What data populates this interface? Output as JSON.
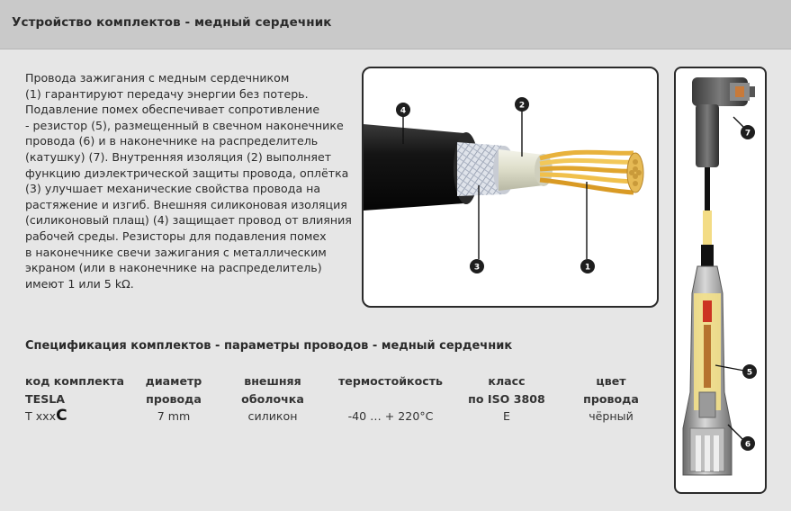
{
  "header": {
    "title": "Устройство комплектов - медный сердечник"
  },
  "description": {
    "lines": [
      "Провода зажигания с медным сердечником",
      "(1) гарантируют передачу энергии без потерь.",
      "Подавление помех обеспечивает сопротивление",
      "- резистор (5), размещенный в свечном наконечнике",
      "провода (6) и в наконечнике на распределитель",
      "(катушку) (7). Внутренняя изоляция (2) выполняет",
      "функцию диэлектрической защиты провода, оплётка",
      "(3) улучшает механические свойства провода на",
      "растяжение и изгиб. Внешняя силиконовая изоляция",
      "(силиконовый плащ) (4) защищает провод от влияния",
      "рабочей среды. Резисторы для подавления помех",
      "в наконечнике свечи  зажигания с металлическим",
      "экраном (или в наконечнике на распределитель)",
      "имеют 1 или 5 kΩ."
    ]
  },
  "cable_diagram": {
    "labels": {
      "one": "1",
      "two": "2",
      "three": "3",
      "four": "4"
    }
  },
  "plug_diagram": {
    "labels": {
      "five": "5",
      "six": "6",
      "seven": "7"
    }
  },
  "spec": {
    "title": "Спецификация комплектов - параметры проводов - медный сердечник",
    "headers": [
      {
        "line1": "код комплекта",
        "line2": "TESLA"
      },
      {
        "line1": "диаметр",
        "line2": "провода"
      },
      {
        "line1": "внешняя",
        "line2": "оболочка"
      },
      {
        "line1": "термостойкость",
        "line2": ""
      },
      {
        "line1": "класс",
        "line2": "по ISO 3808"
      },
      {
        "line1": "цвет",
        "line2": "провода"
      }
    ],
    "row": {
      "code_prefix": "T xxx",
      "code_suffix": "C",
      "diameter": "7 mm",
      "sheath": "силикон",
      "temperature": "-40 … + 220°C",
      "iso_class": "E",
      "color": "чёрный"
    }
  },
  "colors": {
    "header_bg": "#c9c9c9",
    "page_bg": "#e6e6e6",
    "badge": "#1e1e1e",
    "copper": "#e8b23c"
  }
}
